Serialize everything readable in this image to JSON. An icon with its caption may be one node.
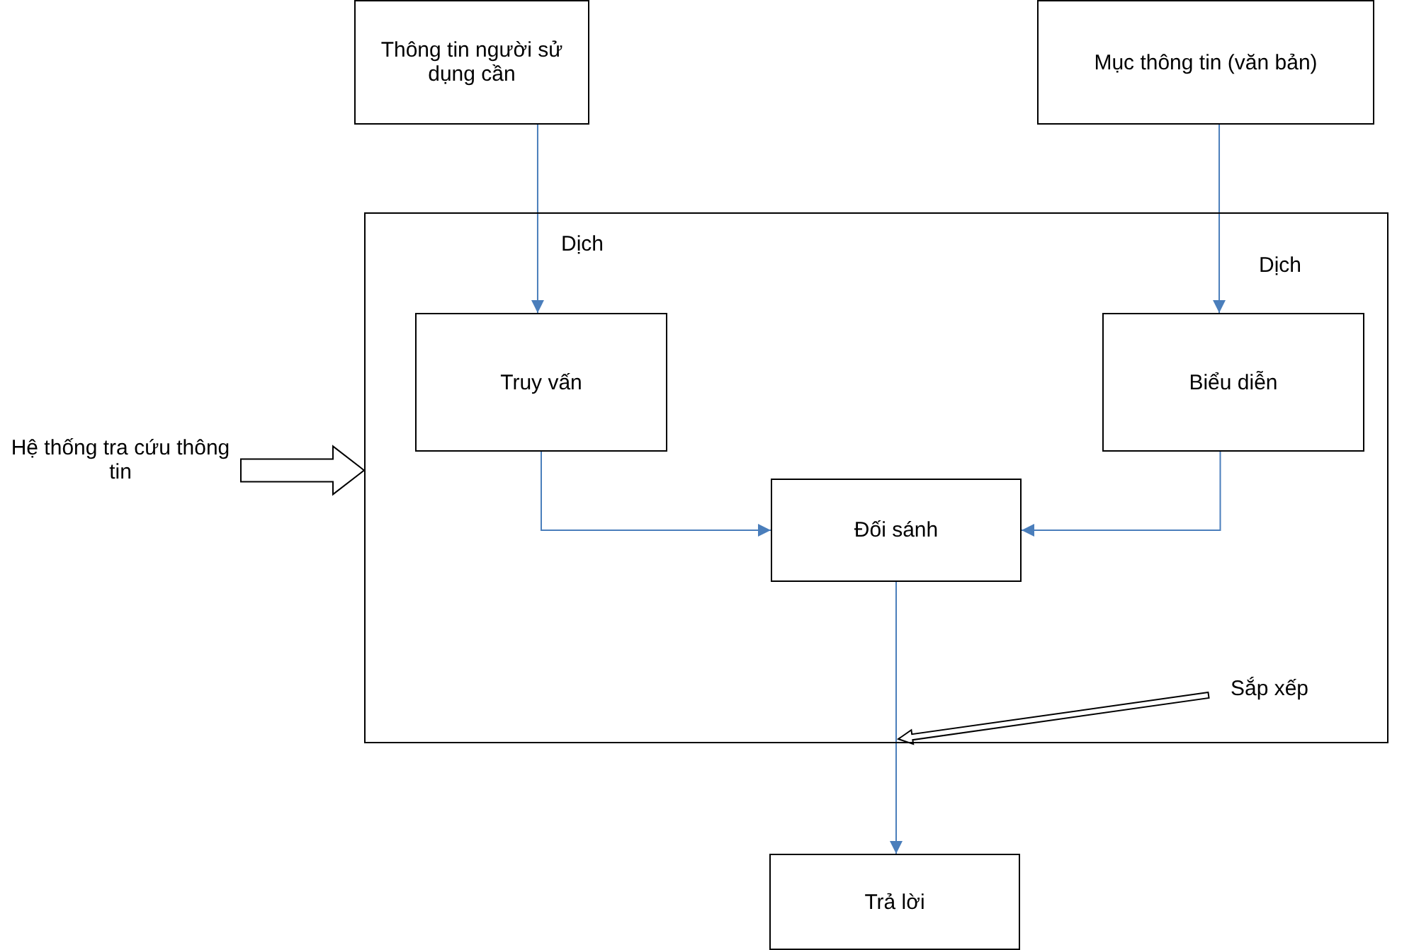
{
  "diagram": {
    "nodes": [
      {
        "text": [
          "Thông tin người sử dụng cần"
        ]
      },
      {
        "text": [
          "Mục thông tin (văn bản)"
        ]
      },
      {
        "text": [],
        "shape": "box"
      },
      {
        "text": [
          "Truy vấn"
        ],
        "in": 2
      },
      {
        "text": [
          "Biểu diễn"
        ],
        "in": 2
      },
      {
        "text": [
          "Hệ thống tra cứu thông tin"
        ]
      },
      {
        "text": [
          "Đối sánh"
        ],
        "in": 2
      },
      {
        "text": [
          "Sắp xếp"
        ],
        "in": 2
      },
      {
        "text": [
          "Trả lời"
        ]
      }
    ],
    "edges": [
      {
        "from": 0,
        "to": 3,
        "arrow": "to",
        "label": "Dịch"
      },
      {
        "from": 1,
        "to": 4,
        "arrow": "to",
        "label": "Dịch"
      },
      {
        "from": 3,
        "to": 6,
        "arrow": "to"
      },
      {
        "from": 4,
        "to": 6,
        "arrow": "to"
      },
      {
        "from": 6,
        "to": 8,
        "arrow": "to"
      },
      {
        "from": 5,
        "to": 2,
        "arrow": "to",
        "style": "thick",
        "color": "#000000"
      },
      {
        "from": 7,
        "to": null,
        "arrow": "to",
        "style": "thick",
        "color": "#000000"
      }
    ]
  }
}
